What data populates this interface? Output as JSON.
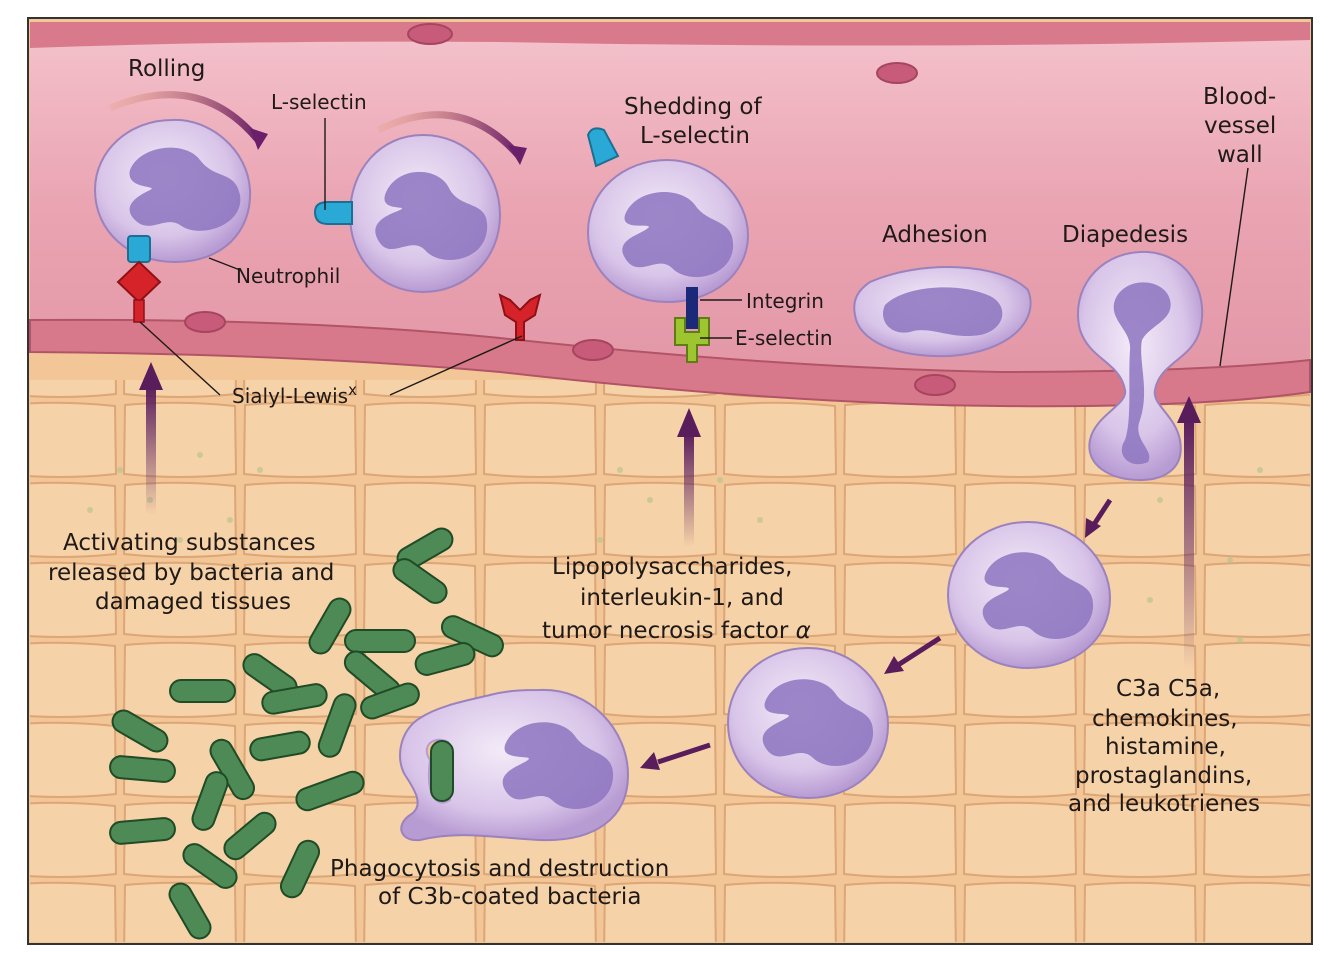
{
  "labels": {
    "rolling": "Rolling",
    "l_selectin": "L-selectin",
    "neutrophil": "Neutrophil",
    "shedding_line1": "Shedding of",
    "shedding_line2": "L-selectin",
    "blood_vessel_line1": "Blood-",
    "blood_vessel_line2": "vessel",
    "blood_vessel_line3": "wall",
    "adhesion": "Adhesion",
    "diapedesis": "Diapedesis",
    "integrin": "Integrin",
    "e_selectin": "E-selectin",
    "sialyl_lewis": "Sialyl-Lewis",
    "sialyl_lewis_sup": "x",
    "activating_line1": "Activating substances",
    "activating_line2": "released by bacteria and",
    "activating_line3": "damaged tissues",
    "lps_line1": "Lipopolysaccharides,",
    "lps_line2": "interleukin-1, and",
    "lps_line3": "tumor necrosis factor",
    "lps_alpha": "α",
    "c3a_line1": "C3a  C5a,",
    "c3a_line2": "chemokines,",
    "c3a_line3": "histamine,",
    "c3a_line4": "prostaglandins,",
    "c3a_line5": "and leukotrienes",
    "phago_line1": "Phagocytosis and destruction",
    "phago_line2": "of C3b-coated bacteria"
  },
  "colors": {
    "vessel_fill": "#eaa7b3",
    "vessel_wall": "#c25f73",
    "tissue": "#f3c79a",
    "cell_fill": "#d9c7e8",
    "nucleus": "#8d74bf",
    "arrow": "#5a1d5c",
    "bacteria": "#4e8a55",
    "l_selectin": "#2aa8d6",
    "sialyl_lewis": "#d6232a",
    "integrin": "#1b2a78",
    "e_selectin": "#9dc530"
  }
}
